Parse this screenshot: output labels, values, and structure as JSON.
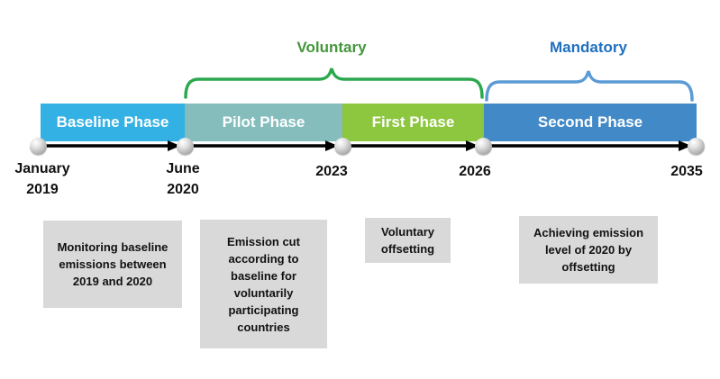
{
  "diagram": {
    "title_hint": "emissions phases timeline",
    "background": "#ffffff",
    "arrow_color": "#000000",
    "note_bg": "#D9D9D9",
    "brackets": [
      {
        "label": "Voluntary",
        "brace_color": "#2BA84E",
        "label_color": "#44973B"
      },
      {
        "label": "Mandatory",
        "brace_color": "#5B9BD5",
        "label_color": "#1F6FC0"
      }
    ],
    "phases": [
      {
        "label": "Baseline Phase",
        "color": "#33B1E4"
      },
      {
        "label": "Pilot Phase",
        "color": "#85BDBD"
      },
      {
        "label": "First Phase",
        "color": "#8DC63F"
      },
      {
        "label": "Second Phase",
        "color": "#4189C7"
      }
    ],
    "milestones": [
      {
        "line1": "January",
        "line2": "2019"
      },
      {
        "line1": "June",
        "line2": "2020"
      },
      {
        "line1": "2023",
        "line2": ""
      },
      {
        "line1": "2026",
        "line2": ""
      },
      {
        "line1": "2035",
        "line2": ""
      }
    ],
    "notes": [
      {
        "text": "Monitoring baseline emissions between 2019 and 2020"
      },
      {
        "text": "Emission cut according to baseline for voluntarily participating countries"
      },
      {
        "text": "Voluntary offsetting"
      },
      {
        "text": "Achieving emission level of 2020 by offsetting"
      }
    ]
  }
}
